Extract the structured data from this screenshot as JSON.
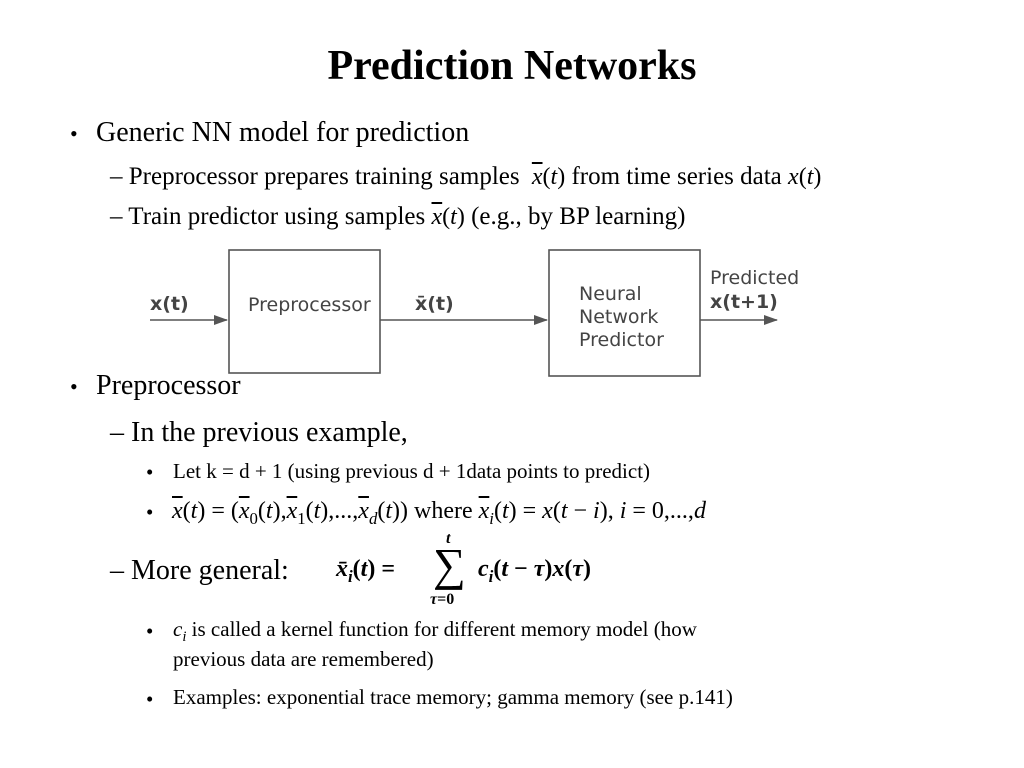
{
  "title": "Prediction Networks",
  "b1": {
    "text": "Generic NN model for prediction",
    "s1": {
      "a": "– Preprocessor prepares training samples",
      "b": "from time series data"
    },
    "s2": {
      "a": "– Train predictor using samples",
      "b": "(e.g., by BP learning)"
    }
  },
  "diagram": {
    "input_label": "x(t)",
    "pre_label": "Preprocessor",
    "mid_label": "x̄(t)",
    "nn_line1": "Neural",
    "nn_line2": "Network",
    "nn_line3": "Predictor",
    "out_line1": "Predicted",
    "out_line2": "x(t+1)"
  },
  "b2": {
    "text": "Preprocessor",
    "s1": "– In the previous example,",
    "s1_1": "Let k = d + 1 (using previous d + 1data points to predict)",
    "s1_2_where": "where",
    "s2": "– More general:",
    "s2_1_rest": "is called a kernel function for different memory model (how",
    "s2_1_cont": "previous data are remembered)",
    "s2_2": "Examples: exponential trace memory; gamma memory (see p.141)"
  }
}
